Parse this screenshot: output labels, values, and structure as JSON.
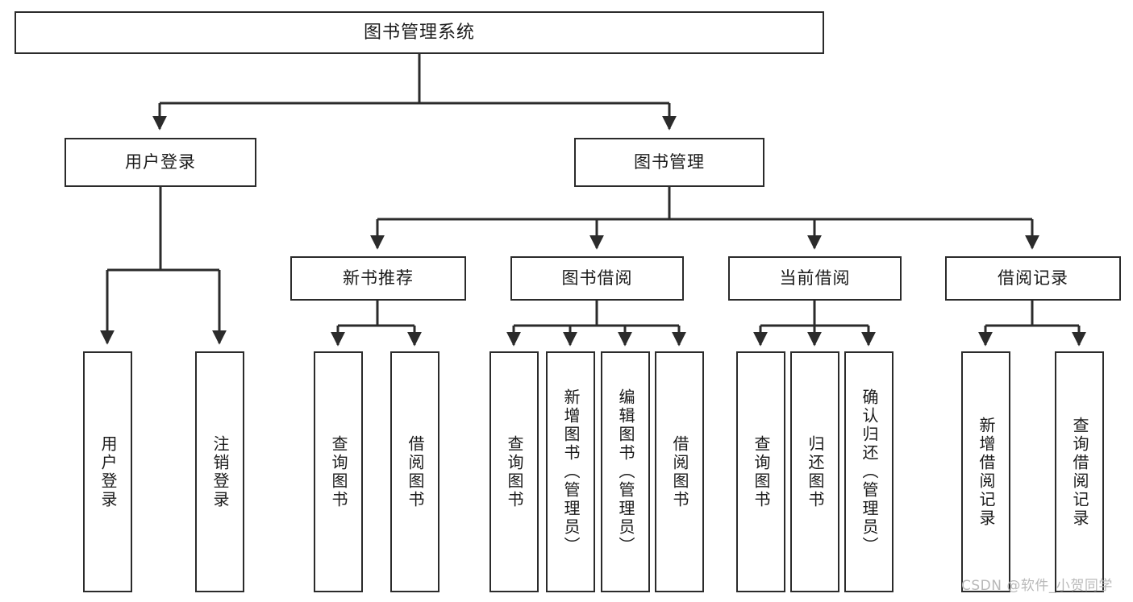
{
  "diagram": {
    "title": "图书管理系统",
    "type": "功能结构图",
    "watermark": "CSDN @软件_小贺同学",
    "colors": {
      "box_border": "#2b2b2b",
      "box_fill": "#ffffff",
      "edge": "#2b2b2b",
      "text": "#1a1a1a",
      "watermark": "#b9b9b9",
      "background": "#ffffff"
    },
    "nodes": {
      "root": {
        "label": "图书管理系统"
      },
      "level1": [
        {
          "id": "user-login",
          "label": "用户登录"
        },
        {
          "id": "book-manage",
          "label": "图书管理"
        }
      ],
      "level2": [
        {
          "id": "new-book-recommend",
          "label": "新书推荐"
        },
        {
          "id": "book-borrow",
          "label": "图书借阅"
        },
        {
          "id": "current-borrow",
          "label": "当前借阅"
        },
        {
          "id": "borrow-record",
          "label": "借阅记录"
        }
      ],
      "leaves": {
        "user-login": [
          {
            "id": "leaf-user-login",
            "label": "用户登录"
          },
          {
            "id": "leaf-user-logout",
            "label": "注销登录"
          }
        ],
        "new-book-recommend": [
          {
            "id": "leaf-query-book-1",
            "label": "查询图书"
          },
          {
            "id": "leaf-borrow-book-1",
            "label": "借阅图书"
          }
        ],
        "book-borrow": [
          {
            "id": "leaf-query-book-2",
            "label": "查询图书"
          },
          {
            "id": "leaf-add-book",
            "label": "新增图书（管理员）"
          },
          {
            "id": "leaf-edit-book",
            "label": "编辑图书（管理员）"
          },
          {
            "id": "leaf-borrow-book-2",
            "label": "借阅图书"
          }
        ],
        "current-borrow": [
          {
            "id": "leaf-query-book-3",
            "label": "查询图书"
          },
          {
            "id": "leaf-return-book",
            "label": "归还图书"
          },
          {
            "id": "leaf-confirm-return",
            "label": "确认归还（管理员）"
          }
        ],
        "borrow-record": [
          {
            "id": "leaf-add-record",
            "label": "新增借阅记录"
          },
          {
            "id": "leaf-query-record",
            "label": "查询借阅记录"
          }
        ]
      }
    }
  }
}
